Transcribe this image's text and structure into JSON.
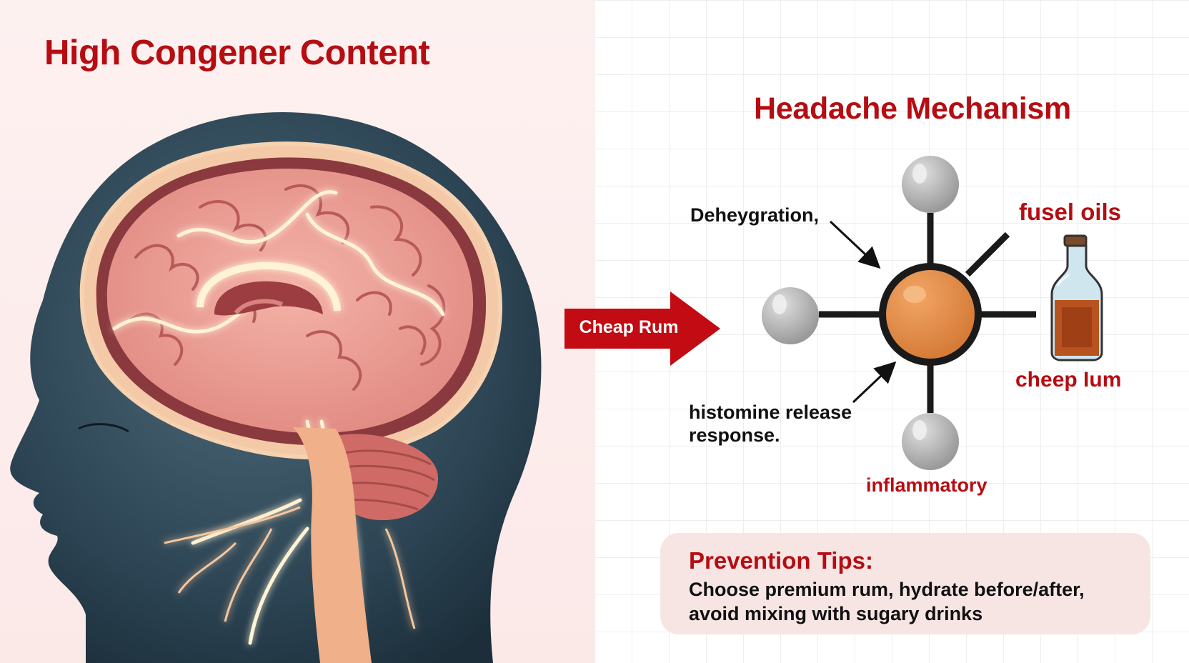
{
  "left": {
    "title": "High Congener Content"
  },
  "arrow": {
    "label": "Cheap Rum"
  },
  "mechanism": {
    "title": "Headache Mechanism",
    "labels": {
      "dehydration": "Deheygration,",
      "fusel_oils": "fusel oils",
      "cheap_rum": "cheep Ɩum",
      "histamine_line1": "histomine release",
      "histamine_line2": "response.",
      "inflammatory": "inflammatory"
    }
  },
  "prevention": {
    "title": "Prevention Tips:",
    "line1": "Choose premium rum, hydrate before/after,",
    "line2": "avoid mixing with sugary drinks"
  },
  "colors": {
    "accent_red": "#b50d12",
    "head_dark": "#213644",
    "brain_pink": "#ec9b93",
    "molecule_orange": "#e38b45",
    "atom_grey": "#a8a8a8"
  }
}
